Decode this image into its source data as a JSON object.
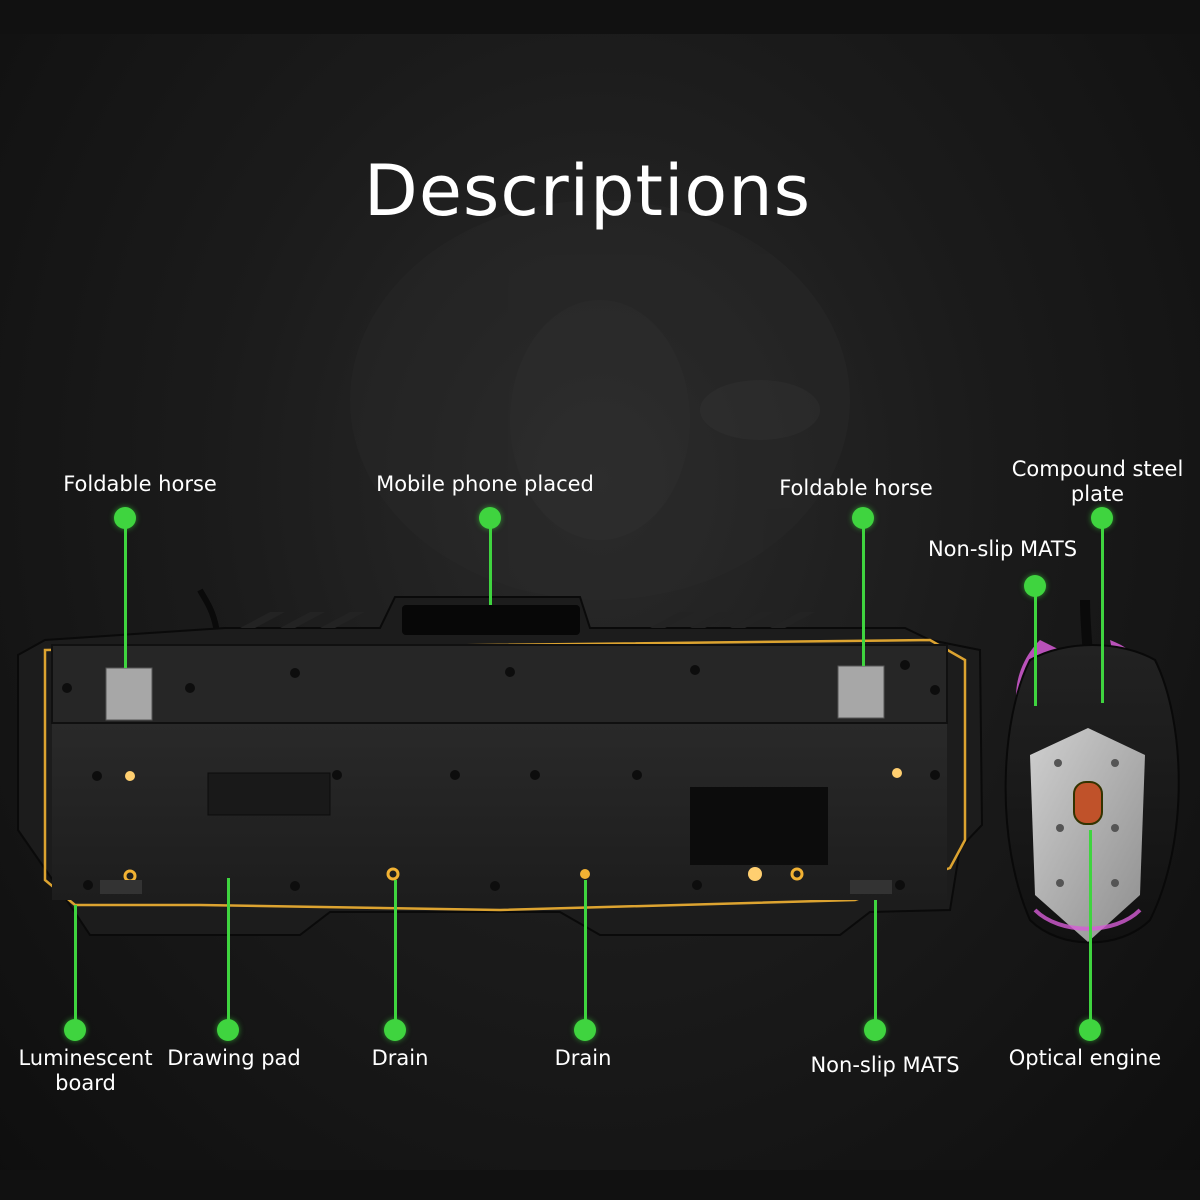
{
  "title": "Descriptions",
  "colors": {
    "accent": "#3fd43f",
    "glow": "#f2b233",
    "mouse_glow": "#d65cd6"
  },
  "labels": {
    "foldable_horse_left": "Foldable horse",
    "mobile_phone_placed": "Mobile phone placed",
    "foldable_horse_right": "Foldable horse",
    "compound_steel_plate": "Compound steel plate",
    "non_slip_mats_top": "Non-slip MATS",
    "luminescent_board": "Luminescent board",
    "drawing_pad": "Drawing pad",
    "drain_left": "Drain",
    "drain_right": "Drain",
    "non_slip_mats_bottom": "Non-slip MATS",
    "optical_engine": "Optical engine"
  }
}
